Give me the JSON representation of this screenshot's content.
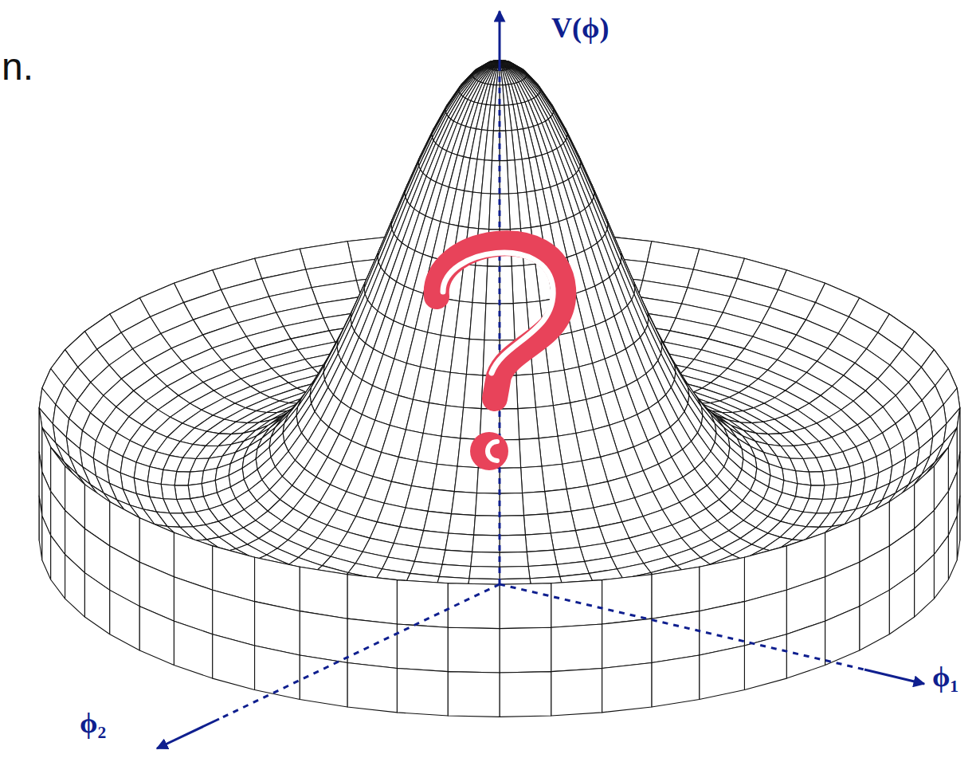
{
  "diagram": {
    "labels": [
      "n.",
      "V(ϕ)",
      "ϕ₁",
      "ϕ₂"
    ]
  }
}
